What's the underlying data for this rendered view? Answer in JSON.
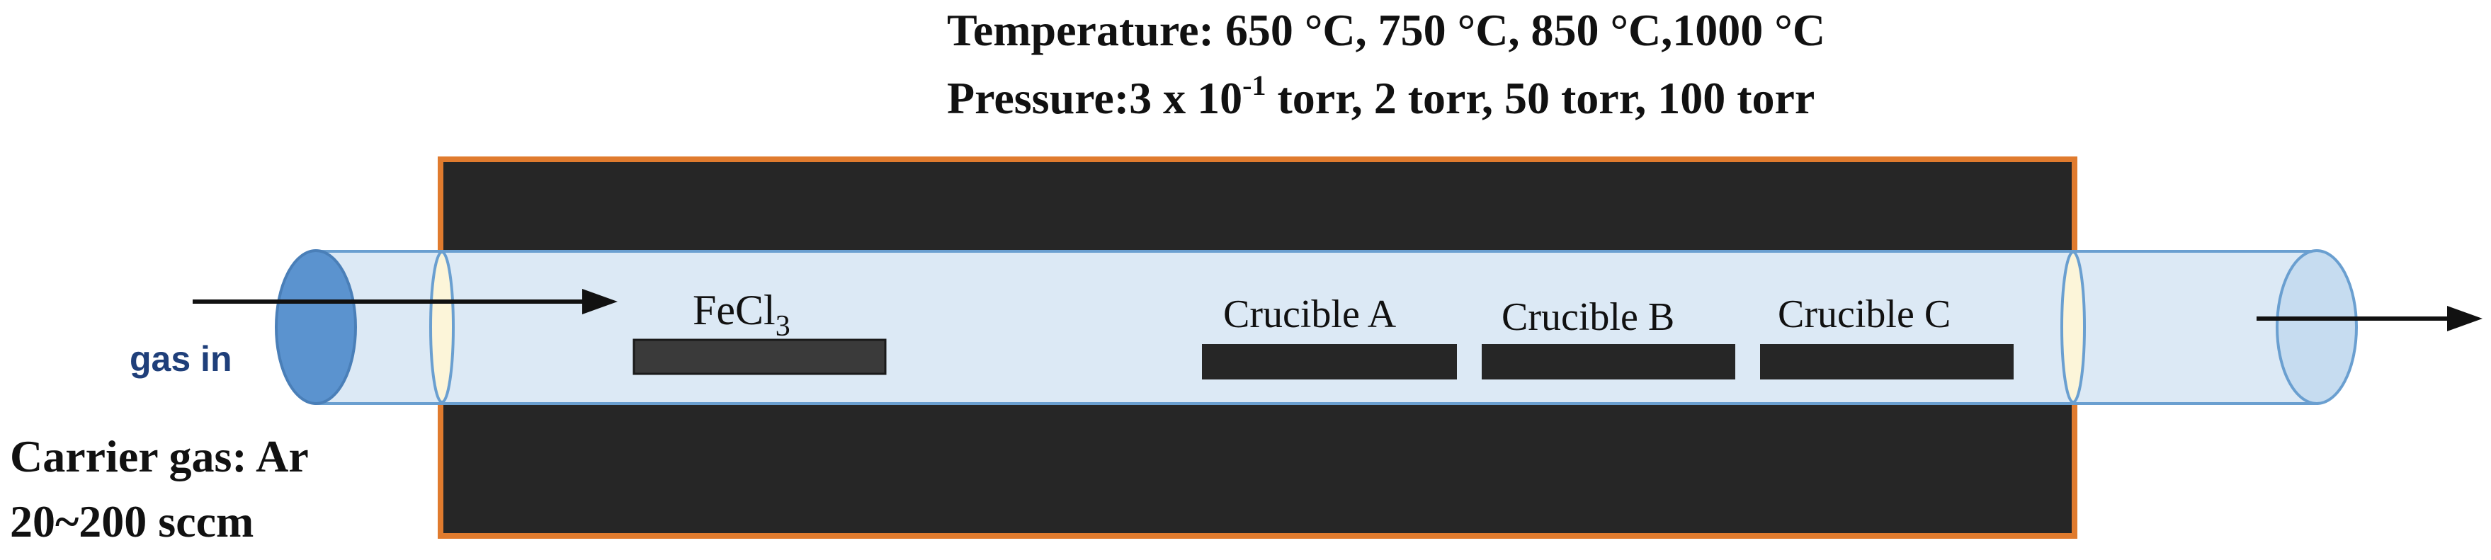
{
  "header": {
    "temperature_line": "Temperature: 650 °C, 750 °C, 850 °C,1000 °C",
    "pressure_prefix": "Pressure:3 x 10",
    "pressure_exponent": "-1",
    "pressure_suffix": " torr, 2 torr, 50 torr, 100 torr"
  },
  "inlet": {
    "label": "gas in",
    "carrier_line1": "Carrier gas: Ar",
    "carrier_line2": "20~200 sccm"
  },
  "precursor": {
    "base": "FeCl",
    "subscript": "3"
  },
  "crucibles": [
    {
      "label": "Crucible A"
    },
    {
      "label": "Crucible B"
    },
    {
      "label": "Crucible C"
    }
  ],
  "colors": {
    "furnace_fill": "#262626",
    "furnace_border": "#e07b2e",
    "tube_fill": "#dce9f5",
    "tube_stroke": "#6a9fd0",
    "inlet_cap": "#5b93cf",
    "outlet_cap": "#c6dcf0",
    "flange_fill": "#fcf5d9",
    "boat_fill": "#262626",
    "precursor_fill": "#3a3a3a",
    "gas_in_text": "#1f3f7a"
  }
}
